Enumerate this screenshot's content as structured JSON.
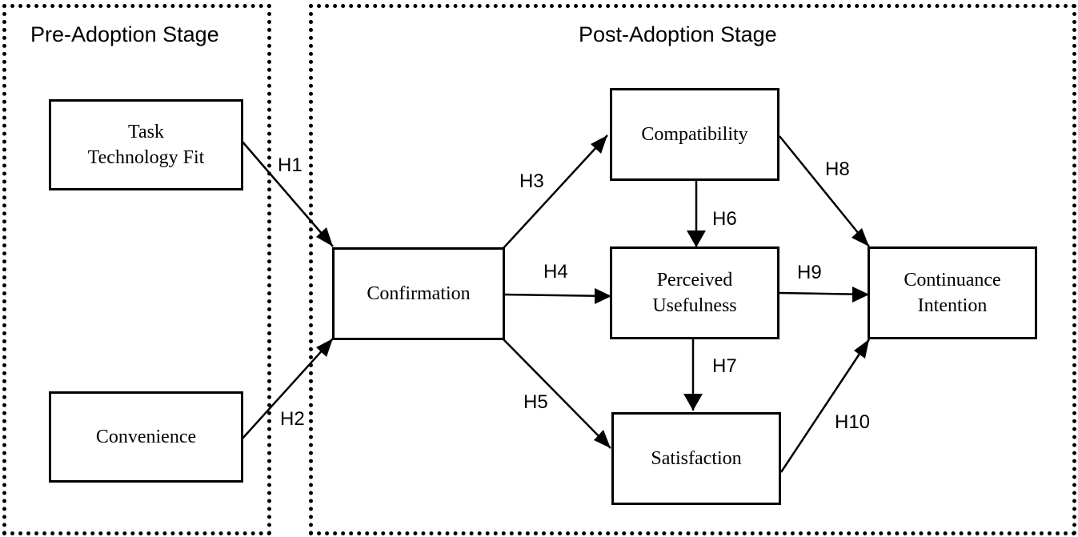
{
  "stages": {
    "pre": {
      "title": "Pre-Adoption Stage"
    },
    "post": {
      "title": "Post-Adoption Stage"
    }
  },
  "constructs": {
    "task_technology_fit": {
      "lines": [
        "Task",
        "Technology Fit"
      ]
    },
    "convenience": {
      "lines": [
        "Convenience"
      ]
    },
    "confirmation": {
      "lines": [
        "Confirmation"
      ]
    },
    "compatibility": {
      "lines": [
        "Compatibility"
      ]
    },
    "perceived_usefulness": {
      "lines": [
        "Perceived",
        "Usefulness"
      ]
    },
    "satisfaction": {
      "lines": [
        "Satisfaction"
      ]
    },
    "continuance_intention": {
      "lines": [
        "Continuance",
        "Intention"
      ]
    }
  },
  "hypotheses": [
    {
      "id": "h1",
      "label": "H1",
      "from": "task_technology_fit",
      "to": "confirmation"
    },
    {
      "id": "h2",
      "label": "H2",
      "from": "convenience",
      "to": "confirmation"
    },
    {
      "id": "h3",
      "label": "H3",
      "from": "confirmation",
      "to": "compatibility"
    },
    {
      "id": "h4",
      "label": "H4",
      "from": "confirmation",
      "to": "perceived_usefulness"
    },
    {
      "id": "h5",
      "label": "H5",
      "from": "confirmation",
      "to": "satisfaction"
    },
    {
      "id": "h6",
      "label": "H6",
      "from": "compatibility",
      "to": "perceived_usefulness"
    },
    {
      "id": "h7",
      "label": "H7",
      "from": "perceived_usefulness",
      "to": "satisfaction"
    },
    {
      "id": "h8",
      "label": "H8",
      "from": "compatibility",
      "to": "continuance_intention"
    },
    {
      "id": "h9",
      "label": "H9",
      "from": "perceived_usefulness",
      "to": "continuance_intention"
    },
    {
      "id": "h10",
      "label": "H10",
      "from": "satisfaction",
      "to": "continuance_intention"
    }
  ]
}
